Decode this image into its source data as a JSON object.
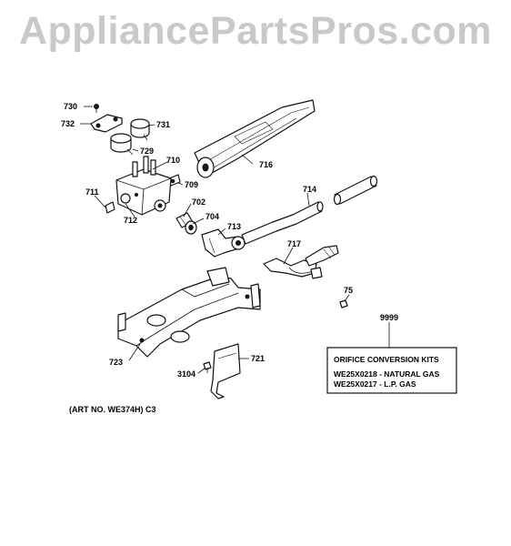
{
  "watermark": "AppliancePartsPros.com",
  "parts": {
    "p730": "730",
    "p732": "732",
    "p731": "731",
    "p729": "729",
    "p710": "710",
    "p709": "709",
    "p716": "716",
    "p711": "711",
    "p712": "712",
    "p702": "702",
    "p704": "704",
    "p713": "713",
    "p714": "714",
    "p717": "717",
    "p75": "75",
    "p9999": "9999",
    "p723": "723",
    "p3104": "3104",
    "p721": "721"
  },
  "kits": {
    "title": "ORIFICE CONVERSION KITS",
    "row1": "WE25X0218 - NATURAL GAS",
    "row2": "WE25X0217 - L.P. GAS"
  },
  "art_number": "(ART NO. WE374H) C3"
}
